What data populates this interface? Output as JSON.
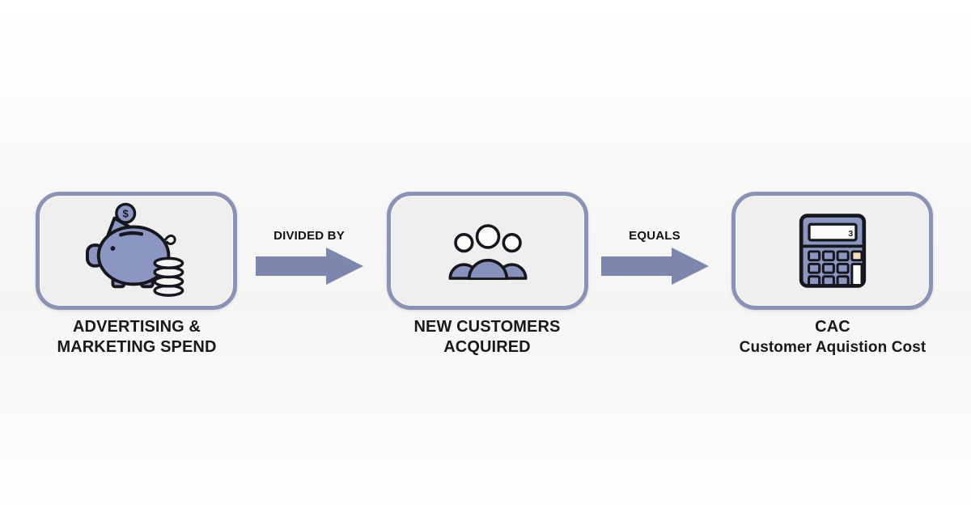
{
  "diagram": {
    "nodes": [
      {
        "id": "advertising-marketing-spend",
        "icon": "piggy-bank-icon",
        "line1": "ADVERTISING &",
        "line2": "MARKETING SPEND"
      },
      {
        "id": "new-customers-acquired",
        "icon": "people-group-icon",
        "line1": "NEW CUSTOMERS",
        "line2": "ACQUIRED"
      },
      {
        "id": "cac",
        "icon": "calculator-icon",
        "line1": "CAC",
        "line2": "Customer Aquistion Cost"
      }
    ],
    "connectors": [
      {
        "id": "divided-by",
        "label": "DIVIDED BY"
      },
      {
        "id": "equals",
        "label": "EQUALS"
      }
    ],
    "icon_glyphs": {
      "piggy_coin_symbol": "$",
      "calculator_display_glyph": "3"
    },
    "colors": {
      "box_border": "#8a92b5",
      "box_fill": "#efeff0",
      "arrow_fill": "#7d87ae",
      "icon_fill": "#8c97c1",
      "icon_outline": "#16161e",
      "label_text": "#191919",
      "calc_cream_key": "#f3dcbc",
      "icon_white": "#fcfcfa"
    }
  }
}
